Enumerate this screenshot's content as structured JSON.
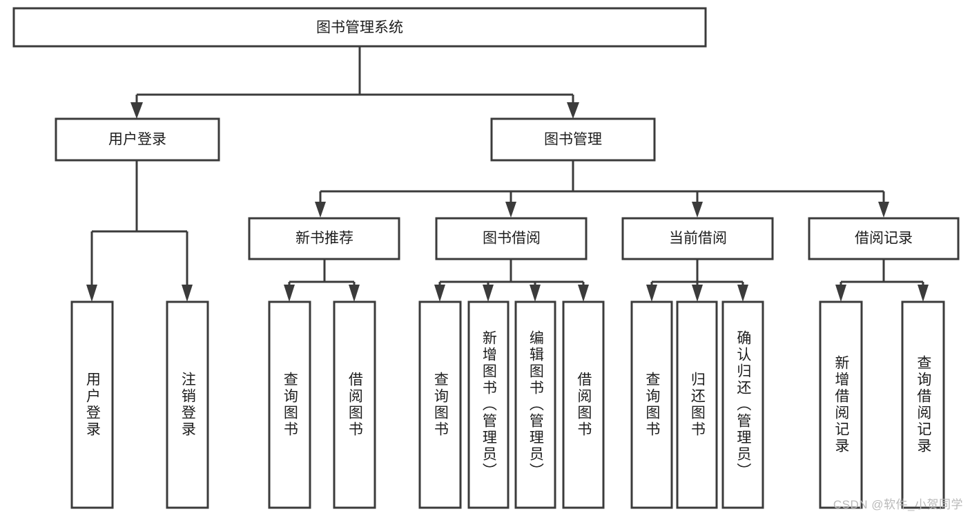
{
  "diagram": {
    "type": "tree-hierarchy-chart",
    "title": "图书管理系统",
    "watermark": "CSDN @软件_小贺同学",
    "colors": {
      "box_stroke": "#3b3b3b",
      "box_fill": "#ffffff",
      "text": "#1d1d1d",
      "background": "#ffffff",
      "watermark": "#b9b9b9"
    },
    "root": {
      "label": "图书管理系统"
    },
    "level2": [
      {
        "label": "用户登录"
      },
      {
        "label": "图书管理"
      }
    ],
    "level3": [
      {
        "label": "新书推荐"
      },
      {
        "label": "图书借阅"
      },
      {
        "label": "当前借阅"
      },
      {
        "label": "借阅记录"
      }
    ],
    "leaves": {
      "user_login": [
        {
          "label": "用户登录"
        },
        {
          "label": "注销登录"
        }
      ],
      "new_book_recommend": [
        {
          "label": "查询图书"
        },
        {
          "label": "借阅图书"
        }
      ],
      "book_borrow": [
        {
          "label": "查询图书"
        },
        {
          "label": "新增图书（管理员）"
        },
        {
          "label": "编辑图书（管理员）"
        },
        {
          "label": "借阅图书"
        }
      ],
      "current_borrow": [
        {
          "label": "查询图书"
        },
        {
          "label": "归还图书"
        },
        {
          "label": "确认归还（管理员）"
        }
      ],
      "borrow_record": [
        {
          "label": "新增借阅记录"
        },
        {
          "label": "查询借阅记录"
        }
      ]
    }
  }
}
